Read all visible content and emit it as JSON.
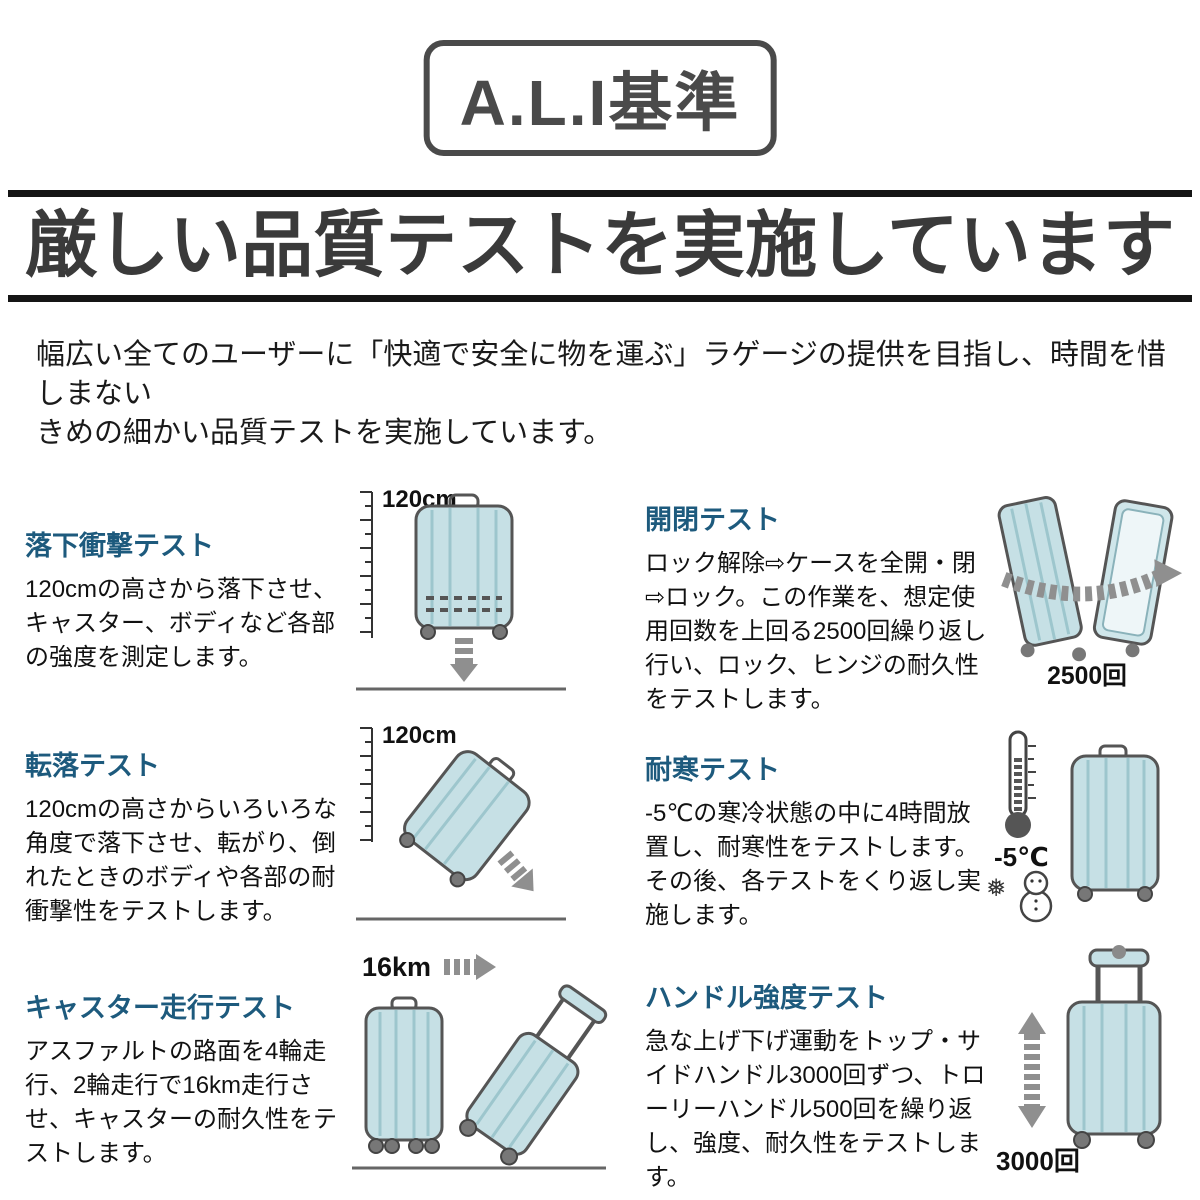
{
  "logo": {
    "text": "A.L.I基準"
  },
  "heading": {
    "title": "厳しい品質テストを実施しています"
  },
  "intro": {
    "line1": "幅広い全てのユーザーに「快適で安全に物を運ぶ」ラゲージの提供を目指し、時間を惜しまない",
    "line2": "きめの細かい品質テストを実施しています。"
  },
  "tests": [
    {
      "title": "落下衝撃テスト",
      "description": "120cmの高さから落下させ、キャスター、ボディなど各部の強度を測定します。",
      "label": "120cm"
    },
    {
      "title": "開閉テスト",
      "description": "ロック解除⇨ケースを全開・閉⇨ロック。この作業を、想定使用回数を上回る2500回繰り返し行い、ロック、ヒンジの耐久性をテストします。",
      "label": "2500回"
    },
    {
      "title": "転落テスト",
      "description": "120cmの高さからいろいろな角度で落下させ、転がり、倒れたときのボディや各部の耐衝撃性をテストします。",
      "label": "120cm"
    },
    {
      "title": "耐寒テスト",
      "description": "-5℃の寒冷状態の中に4時間放置し、耐寒性をテストします。その後、各テストをくり返し実施します。",
      "label": "-5℃"
    },
    {
      "title": "キャスター走行テスト",
      "description": "アスファルトの路面を4輪走行、2輪走行で16km走行させ、キャスターの耐久性をテストします。",
      "label": "16km"
    },
    {
      "title": "ハンドル強度テスト",
      "description": "急な上げ下げ運動をトップ・サイドハンドル3000回ずつ、トローリーハンドル500回を繰り返し、強度、耐久性をテストします。",
      "label": "3000回"
    }
  ],
  "icons": {
    "snowflake": "❅"
  },
  "colors": {
    "title_accent": "#1d5a7d",
    "suitcase_fill": "#c6e0e5",
    "heading_text": "#3a3a3a",
    "arrow_gray": "#8f8f8f"
  }
}
